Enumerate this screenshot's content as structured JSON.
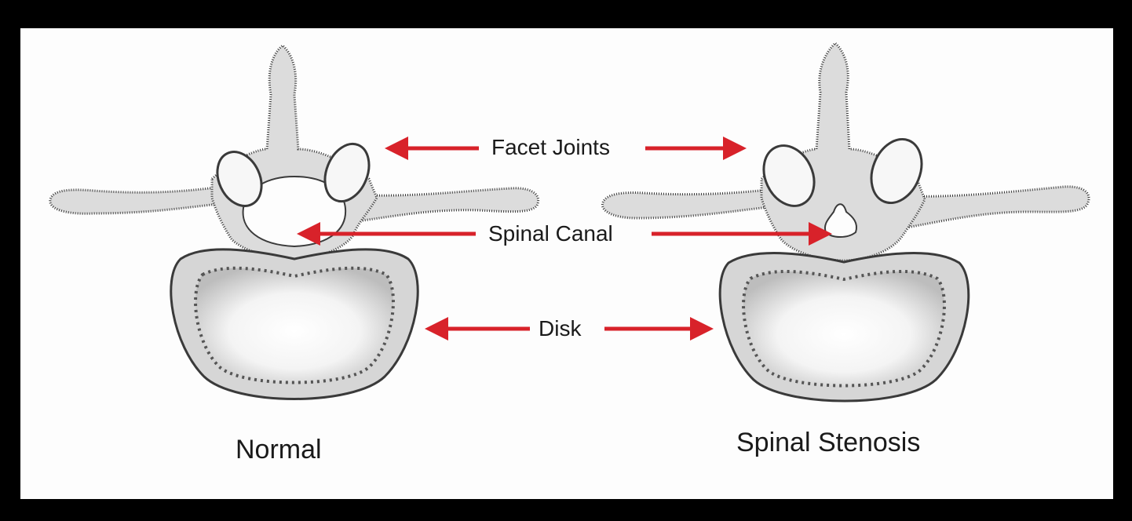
{
  "diagram": {
    "callouts": {
      "facet_joints": "Facet Joints",
      "spinal_canal": "Spinal Canal",
      "disk": "Disk"
    },
    "captions": {
      "left": "Normal",
      "right": "Spinal Stenosis"
    },
    "colors": {
      "background": "#fdfdfd",
      "frame": "#000000",
      "bone_fill": "#dcdcdc",
      "outline": "#3a3a3a",
      "arrow": "#d8222a"
    }
  }
}
